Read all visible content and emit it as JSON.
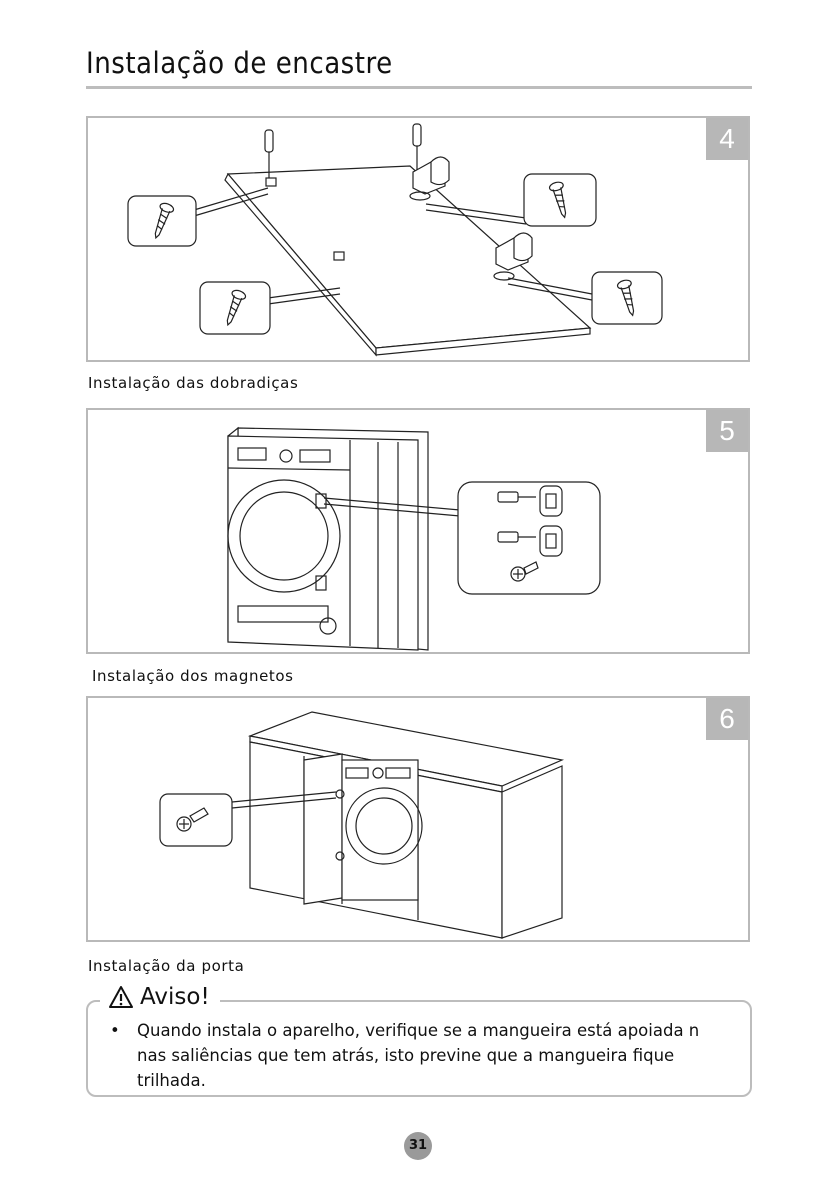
{
  "page": {
    "title": "Instalação de encastre",
    "page_number": "31"
  },
  "figures": [
    {
      "step": "4",
      "caption": "Instalação das dobradiças"
    },
    {
      "step": "5",
      "caption": "Instalação dos magnetos"
    },
    {
      "step": "6",
      "caption": "Instalação da porta"
    }
  ],
  "warning": {
    "icon": "warning-triangle-icon",
    "heading": "Aviso!",
    "bullet": "•",
    "text": "Quando instala o aparelho, verifique se a mangueira está apoiada n nas saliências que tem atrás, isto previne que a mangueira fique trilhada."
  }
}
